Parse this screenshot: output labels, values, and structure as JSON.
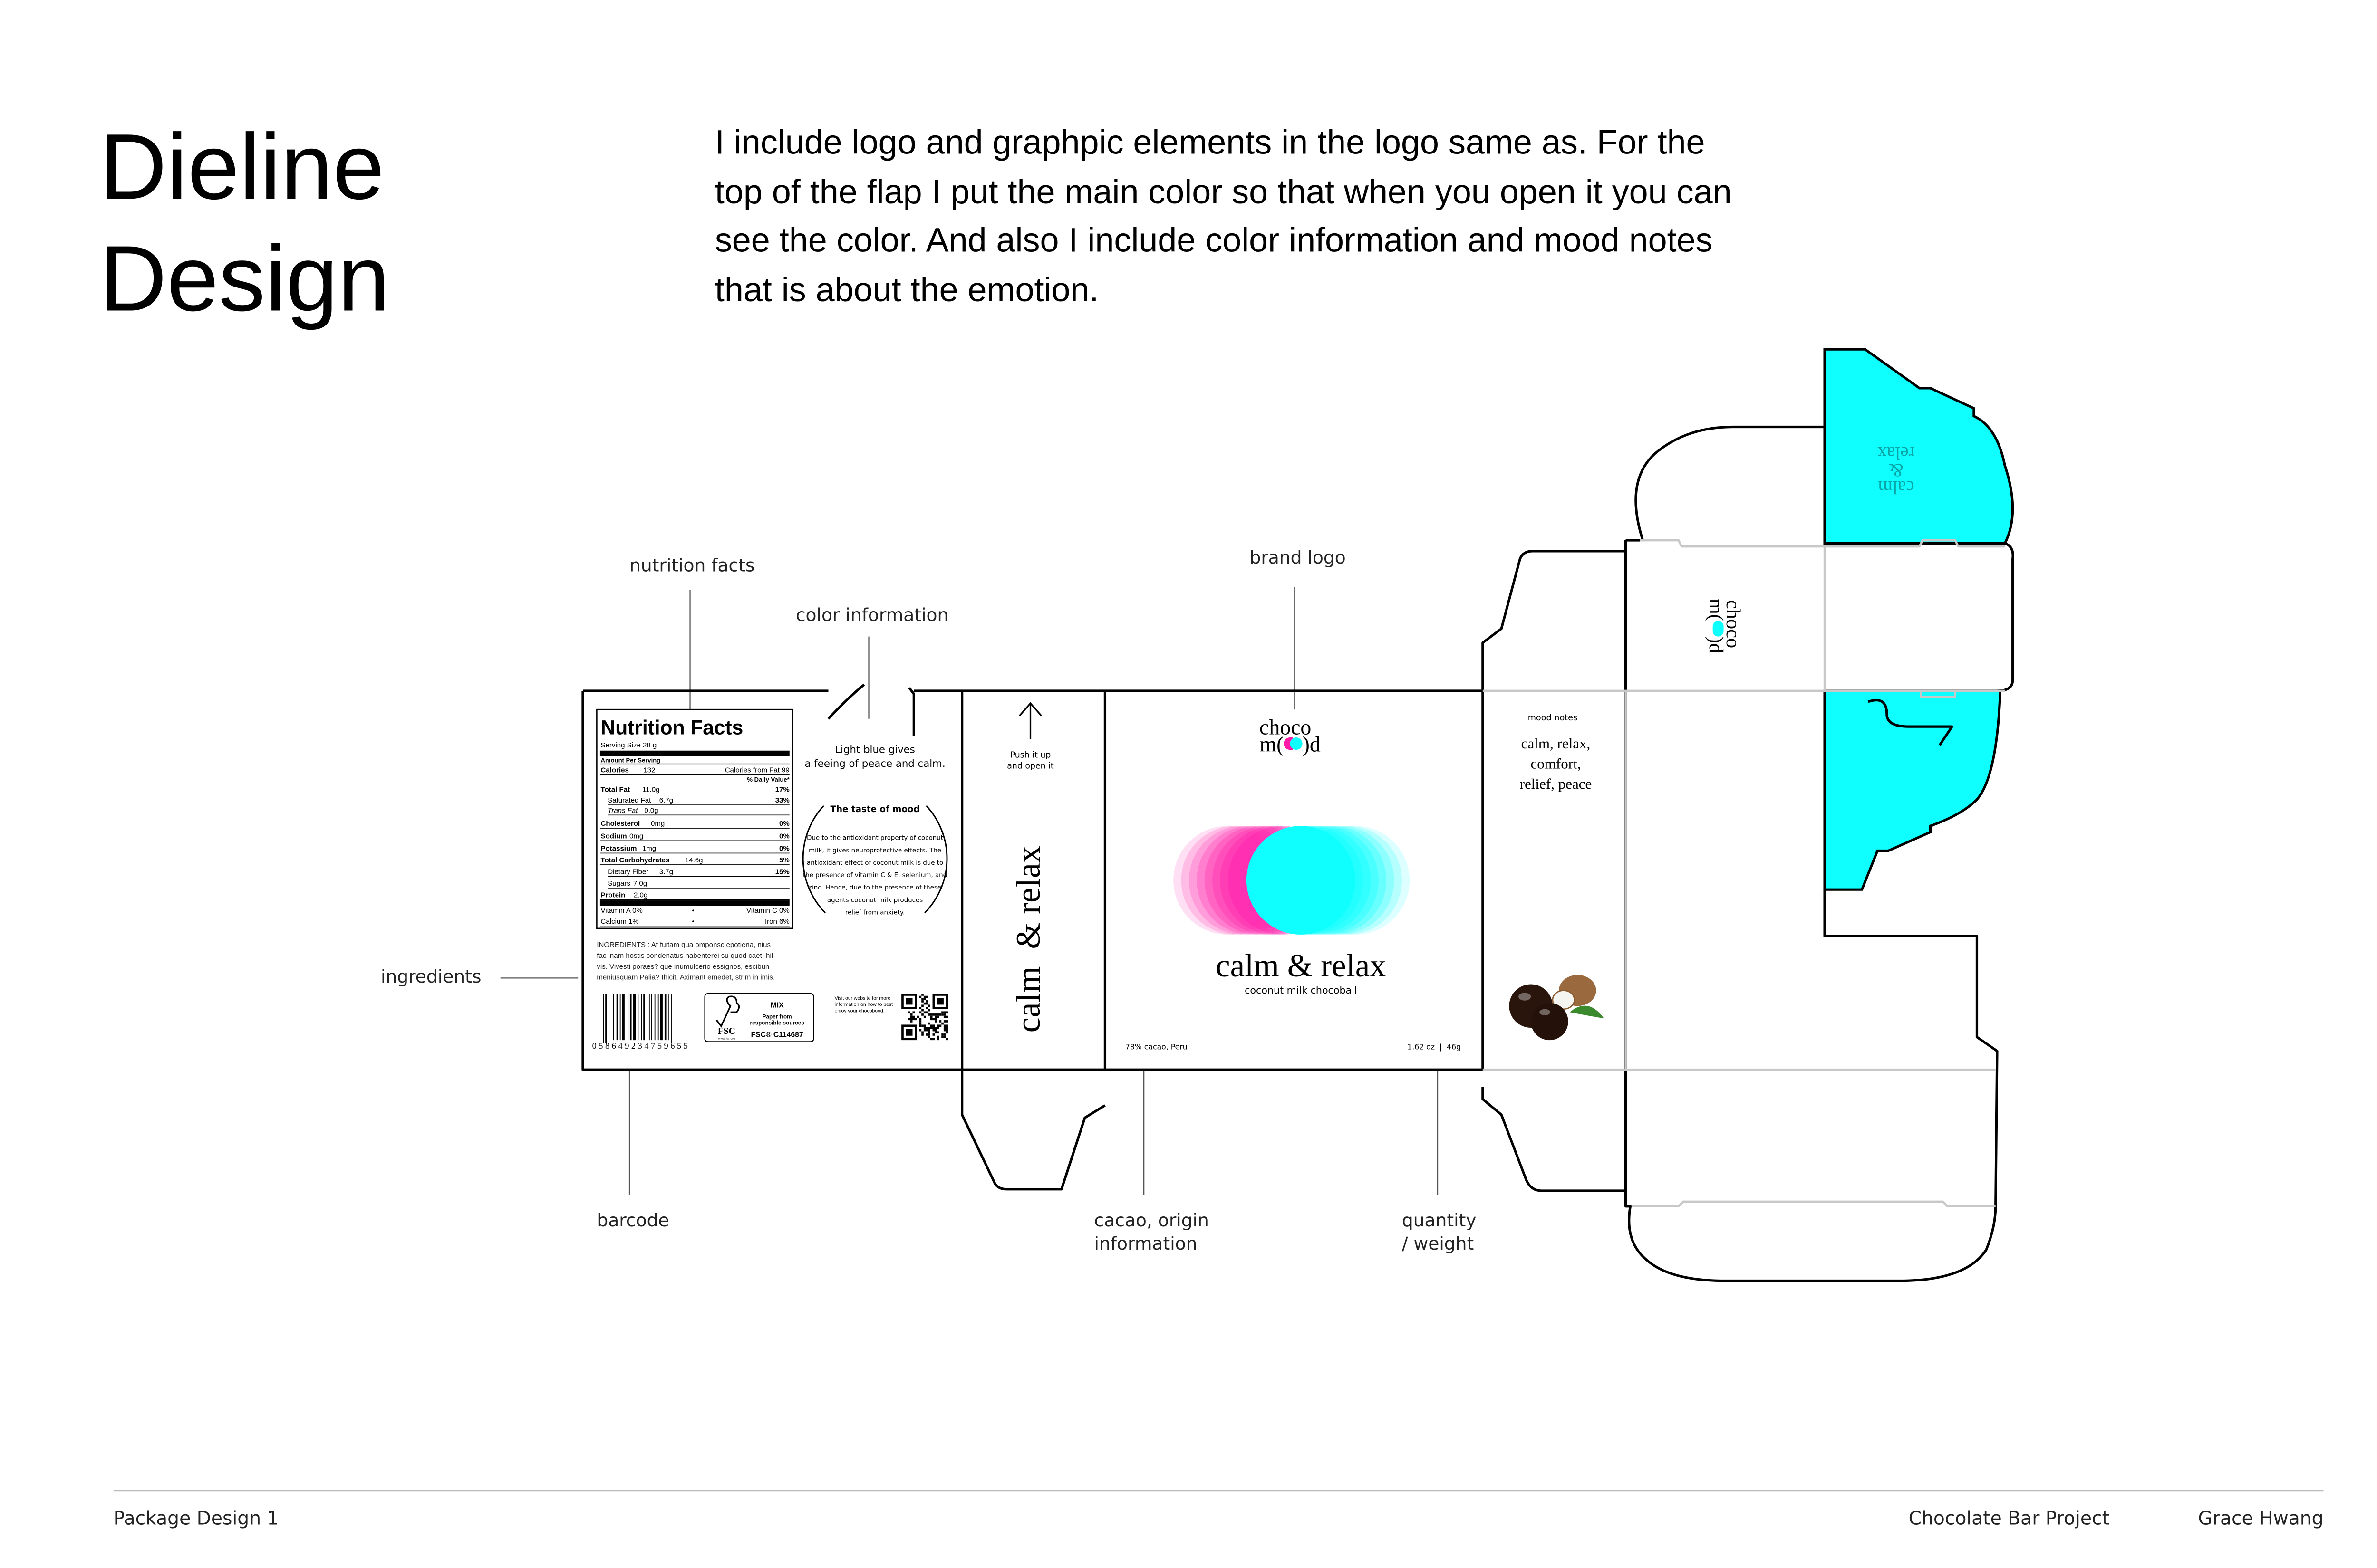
{
  "header": {
    "title_lines": [
      "Dieline",
      "Design"
    ],
    "description_lines": [
      "I include logo and graphpic elements in the logo same as. For the",
      "top of the flap I put the main color so that when you open it you can",
      "see the color. And also I include color information and mood notes",
      "that is about the emotion."
    ]
  },
  "callouts": {
    "nutrition_facts": "nutrition facts",
    "color_information": "color information",
    "brand_logo": "brand logo",
    "ingredients": "ingredients",
    "barcode": "barcode",
    "cacao_origin": [
      "cacao, origin",
      "information"
    ],
    "quantity_weight": [
      "quantity",
      "/ weight"
    ]
  },
  "nutrition": {
    "title": "Nutrition Facts",
    "serving_size": "Serving Size 28 g",
    "amount_per_serving": "Amount Per Serving",
    "calories_label": "Calories",
    "calories_value": "132",
    "calories_from_fat": "Calories from Fat 99",
    "daily_value_header": "% Daily Value*",
    "rows": [
      {
        "label": "Total Fat",
        "amount": "11.0g",
        "dv": "17%",
        "bold": true,
        "indent": false
      },
      {
        "label": "Saturated Fat",
        "amount": "6.7g",
        "dv": "33%",
        "bold": false,
        "indent": true
      },
      {
        "label": "Trans Fat",
        "amount": "0.0g",
        "dv": "",
        "bold": false,
        "indent": true
      },
      {
        "label": "Cholesterol",
        "amount": "0mg",
        "dv": "0%",
        "bold": true,
        "indent": false
      },
      {
        "label": "Sodium",
        "amount": "0mg",
        "dv": "0%",
        "bold": true,
        "indent": false
      },
      {
        "label": "Potassium",
        "amount": "1mg",
        "dv": "0%",
        "bold": true,
        "indent": false
      },
      {
        "label": "Total Carbohydrates",
        "amount": "14.6g",
        "dv": "5%",
        "bold": true,
        "indent": false
      },
      {
        "label": "Dietary Fiber",
        "amount": "3.7g",
        "dv": "15%",
        "bold": false,
        "indent": true
      },
      {
        "label": "Sugars",
        "amount": "7.0g",
        "dv": "",
        "bold": false,
        "indent": true
      },
      {
        "label": "Protein",
        "amount": "2.0g",
        "dv": "",
        "bold": true,
        "indent": false
      }
    ],
    "vitamins": [
      {
        "left": "Vitamin A 0%",
        "right": "Vitamin C 0%"
      },
      {
        "left": "Calcium 1%",
        "right": "Iron 6%"
      }
    ]
  },
  "ingredients": {
    "lines": [
      "INGREDIENTS : At fuitam qua omponsc epotiena, nius",
      "fac inam hostis condenatus habenterei su quod caet; hil",
      "vis. Vivesti poraes? que inumulcerio essignos, escibun",
      "meniusquam Palia? Ihicit. Aximant emedet, strim in imis."
    ]
  },
  "barcode": {
    "number": "0  5 8 6 4 9 2 3 4 7 5 9 6 5 5"
  },
  "fsc": {
    "mix": "MIX",
    "line1": "Paper from",
    "line2": "responsible sources",
    "code": "FSC® C114687",
    "brand": "FSC",
    "url": "www.fsc.org"
  },
  "website_note": [
    "Visit our website for more",
    "information on how to best",
    "enjoy your chocobood."
  ],
  "color_info": {
    "lines": [
      "Light blue gives",
      "a feeing of peace and calm."
    ],
    "taste_title": "The taste of mood",
    "taste_lines": [
      "Due to the antioxidant property of coconut",
      "milk, it gives neuroprotective effects. The",
      "antioxidant effect of coconut milk is due to",
      "the presence of vitamin C & E, selenium, and",
      "zinc. Hence, due to the presence of these",
      "agents coconut milk produces",
      "relief from anxiety."
    ]
  },
  "side_panel": {
    "push_lines": [
      "Push it up",
      "and open it"
    ],
    "vertical_title": "calm  & relax"
  },
  "front": {
    "logo_top": "choco",
    "logo_bottom_left": "m(",
    "logo_bottom_right": ")d",
    "product_name": "calm & relax",
    "subtitle": "coconut milk chocoball",
    "origin": "78% cacao, Peru",
    "weight": "1.62 oz  |  46g"
  },
  "mood_notes": {
    "title": "mood notes",
    "lines": [
      "calm, relax,",
      "comfort,",
      "relief, peace"
    ]
  },
  "flap_text": [
    "calm",
    "&",
    "relax"
  ],
  "footer": {
    "left": "Package Design 1",
    "project": "Chocolate Bar Project",
    "author": "Grace Hwang"
  },
  "colors": {
    "accent_cyan": "#0fffff",
    "accent_pink": "#ff1aa8",
    "rule": "#cccccc"
  }
}
